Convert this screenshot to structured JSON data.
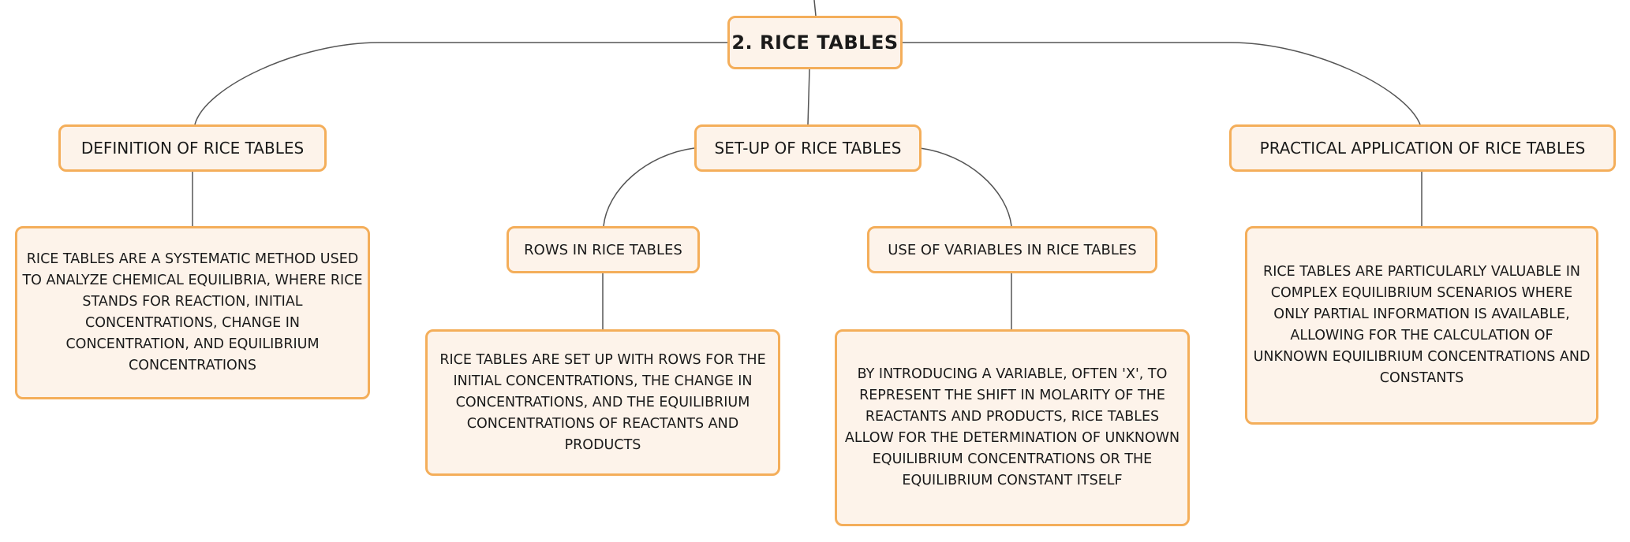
{
  "root": {
    "label": "2. RICE TABLES"
  },
  "topics": [
    {
      "label": "DEFINITION OF RICE TABLES",
      "detail": "RICE TABLES ARE A SYSTEMATIC METHOD USED TO ANALYZE CHEMICAL EQUILIBRIA, WHERE RICE STANDS FOR REACTION, INITIAL CONCENTRATIONS, CHANGE IN CONCENTRATION, AND EQUILIBRIUM CONCENTRATIONS"
    },
    {
      "label": "SET-UP OF RICE TABLES",
      "subtopics": [
        {
          "label": "ROWS IN RICE TABLES",
          "detail": "RICE TABLES ARE SET UP WITH ROWS FOR THE INITIAL CONCENTRATIONS, THE CHANGE IN CONCENTRATIONS, AND THE EQUILIBRIUM CONCENTRATIONS OF REACTANTS AND PRODUCTS"
        },
        {
          "label": "USE OF VARIABLES IN RICE TABLES",
          "detail": "BY INTRODUCING A VARIABLE, OFTEN 'X', TO REPRESENT THE SHIFT IN MOLARITY OF THE REACTANTS AND PRODUCTS, RICE TABLES ALLOW FOR THE DETERMINATION OF UNKNOWN EQUILIBRIUM CONCENTRATIONS OR THE EQUILIBRIUM CONSTANT ITSELF"
        }
      ]
    },
    {
      "label": "PRACTICAL APPLICATION OF RICE TABLES",
      "detail": "RICE TABLES ARE PARTICULARLY VALUABLE IN COMPLEX EQUILIBRIUM SCENARIOS WHERE ONLY PARTIAL INFORMATION IS AVAILABLE, ALLOWING FOR THE CALCULATION OF UNKNOWN EQUILIBRIUM CONCENTRATIONS AND CONSTANTS"
    }
  ],
  "colors": {
    "node_border": "#f4ae5a",
    "node_fill": "#fdf3ea",
    "connector": "#555555",
    "text": "#1a1a1a"
  }
}
